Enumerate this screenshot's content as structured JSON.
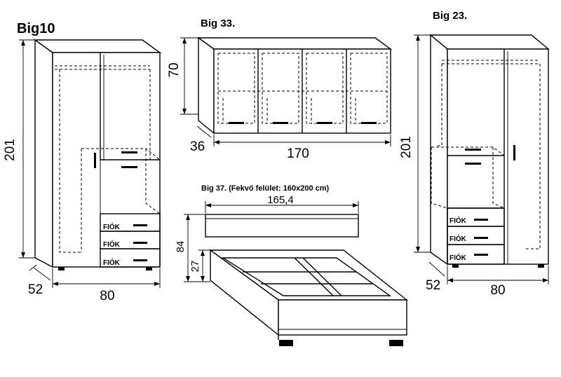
{
  "wardrobe_big10": {
    "title": "Big10",
    "height_label": "201",
    "depth_label": "52",
    "width_label": "80",
    "drawer_labels": [
      "FIÓK",
      "FIÓK",
      "FIÓK"
    ]
  },
  "cabinet_big33": {
    "title": "Big 33.",
    "height_label": "70",
    "depth_label": "36",
    "width_label": "170"
  },
  "wardrobe_big23": {
    "title": "Big 23.",
    "height_label": "201",
    "depth_label": "52",
    "width_label": "80",
    "drawer_labels": [
      "FIÓK",
      "FIÓK",
      "FIÓK"
    ]
  },
  "bed_big37": {
    "title": "Big 37. (Fekvő felület: 160x200 cm)",
    "width_label": "165,4",
    "headboard_height_label": "84",
    "frame_height_label": "27"
  }
}
